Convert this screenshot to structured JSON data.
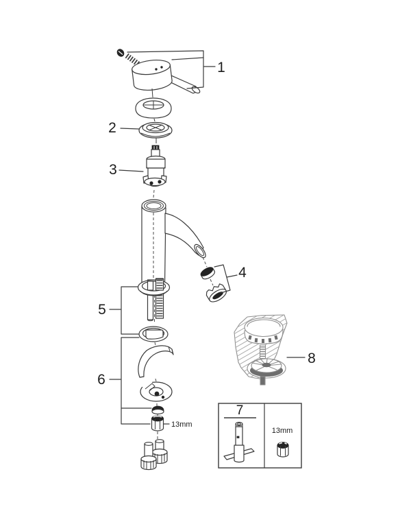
{
  "figure": {
    "kind": "exploded-parts-diagram",
    "subject": "single-lever basin faucet spare parts",
    "colors": {
      "background": "#ffffff",
      "line": "#3a3a3a",
      "dark_fill": "#242424",
      "secondary_line": "#8f8f8f"
    },
    "callouts": [
      {
        "label": "1",
        "part": "handle-assembly"
      },
      {
        "label": "2",
        "part": "escutcheon-cap-ring"
      },
      {
        "label": "3",
        "part": "cartridge"
      },
      {
        "label": "4",
        "part": "aerator-mousseur"
      },
      {
        "label": "5",
        "part": "shaft-and-seal-set"
      },
      {
        "label": "6",
        "part": "mounting-hardware-set"
      },
      {
        "label": "8",
        "part": "pop-up-waste-set"
      }
    ],
    "nut_size_note": "13mm",
    "toolbox": {
      "label": "7",
      "part": "mounting-socket-tool",
      "size_note": "13mm"
    }
  }
}
